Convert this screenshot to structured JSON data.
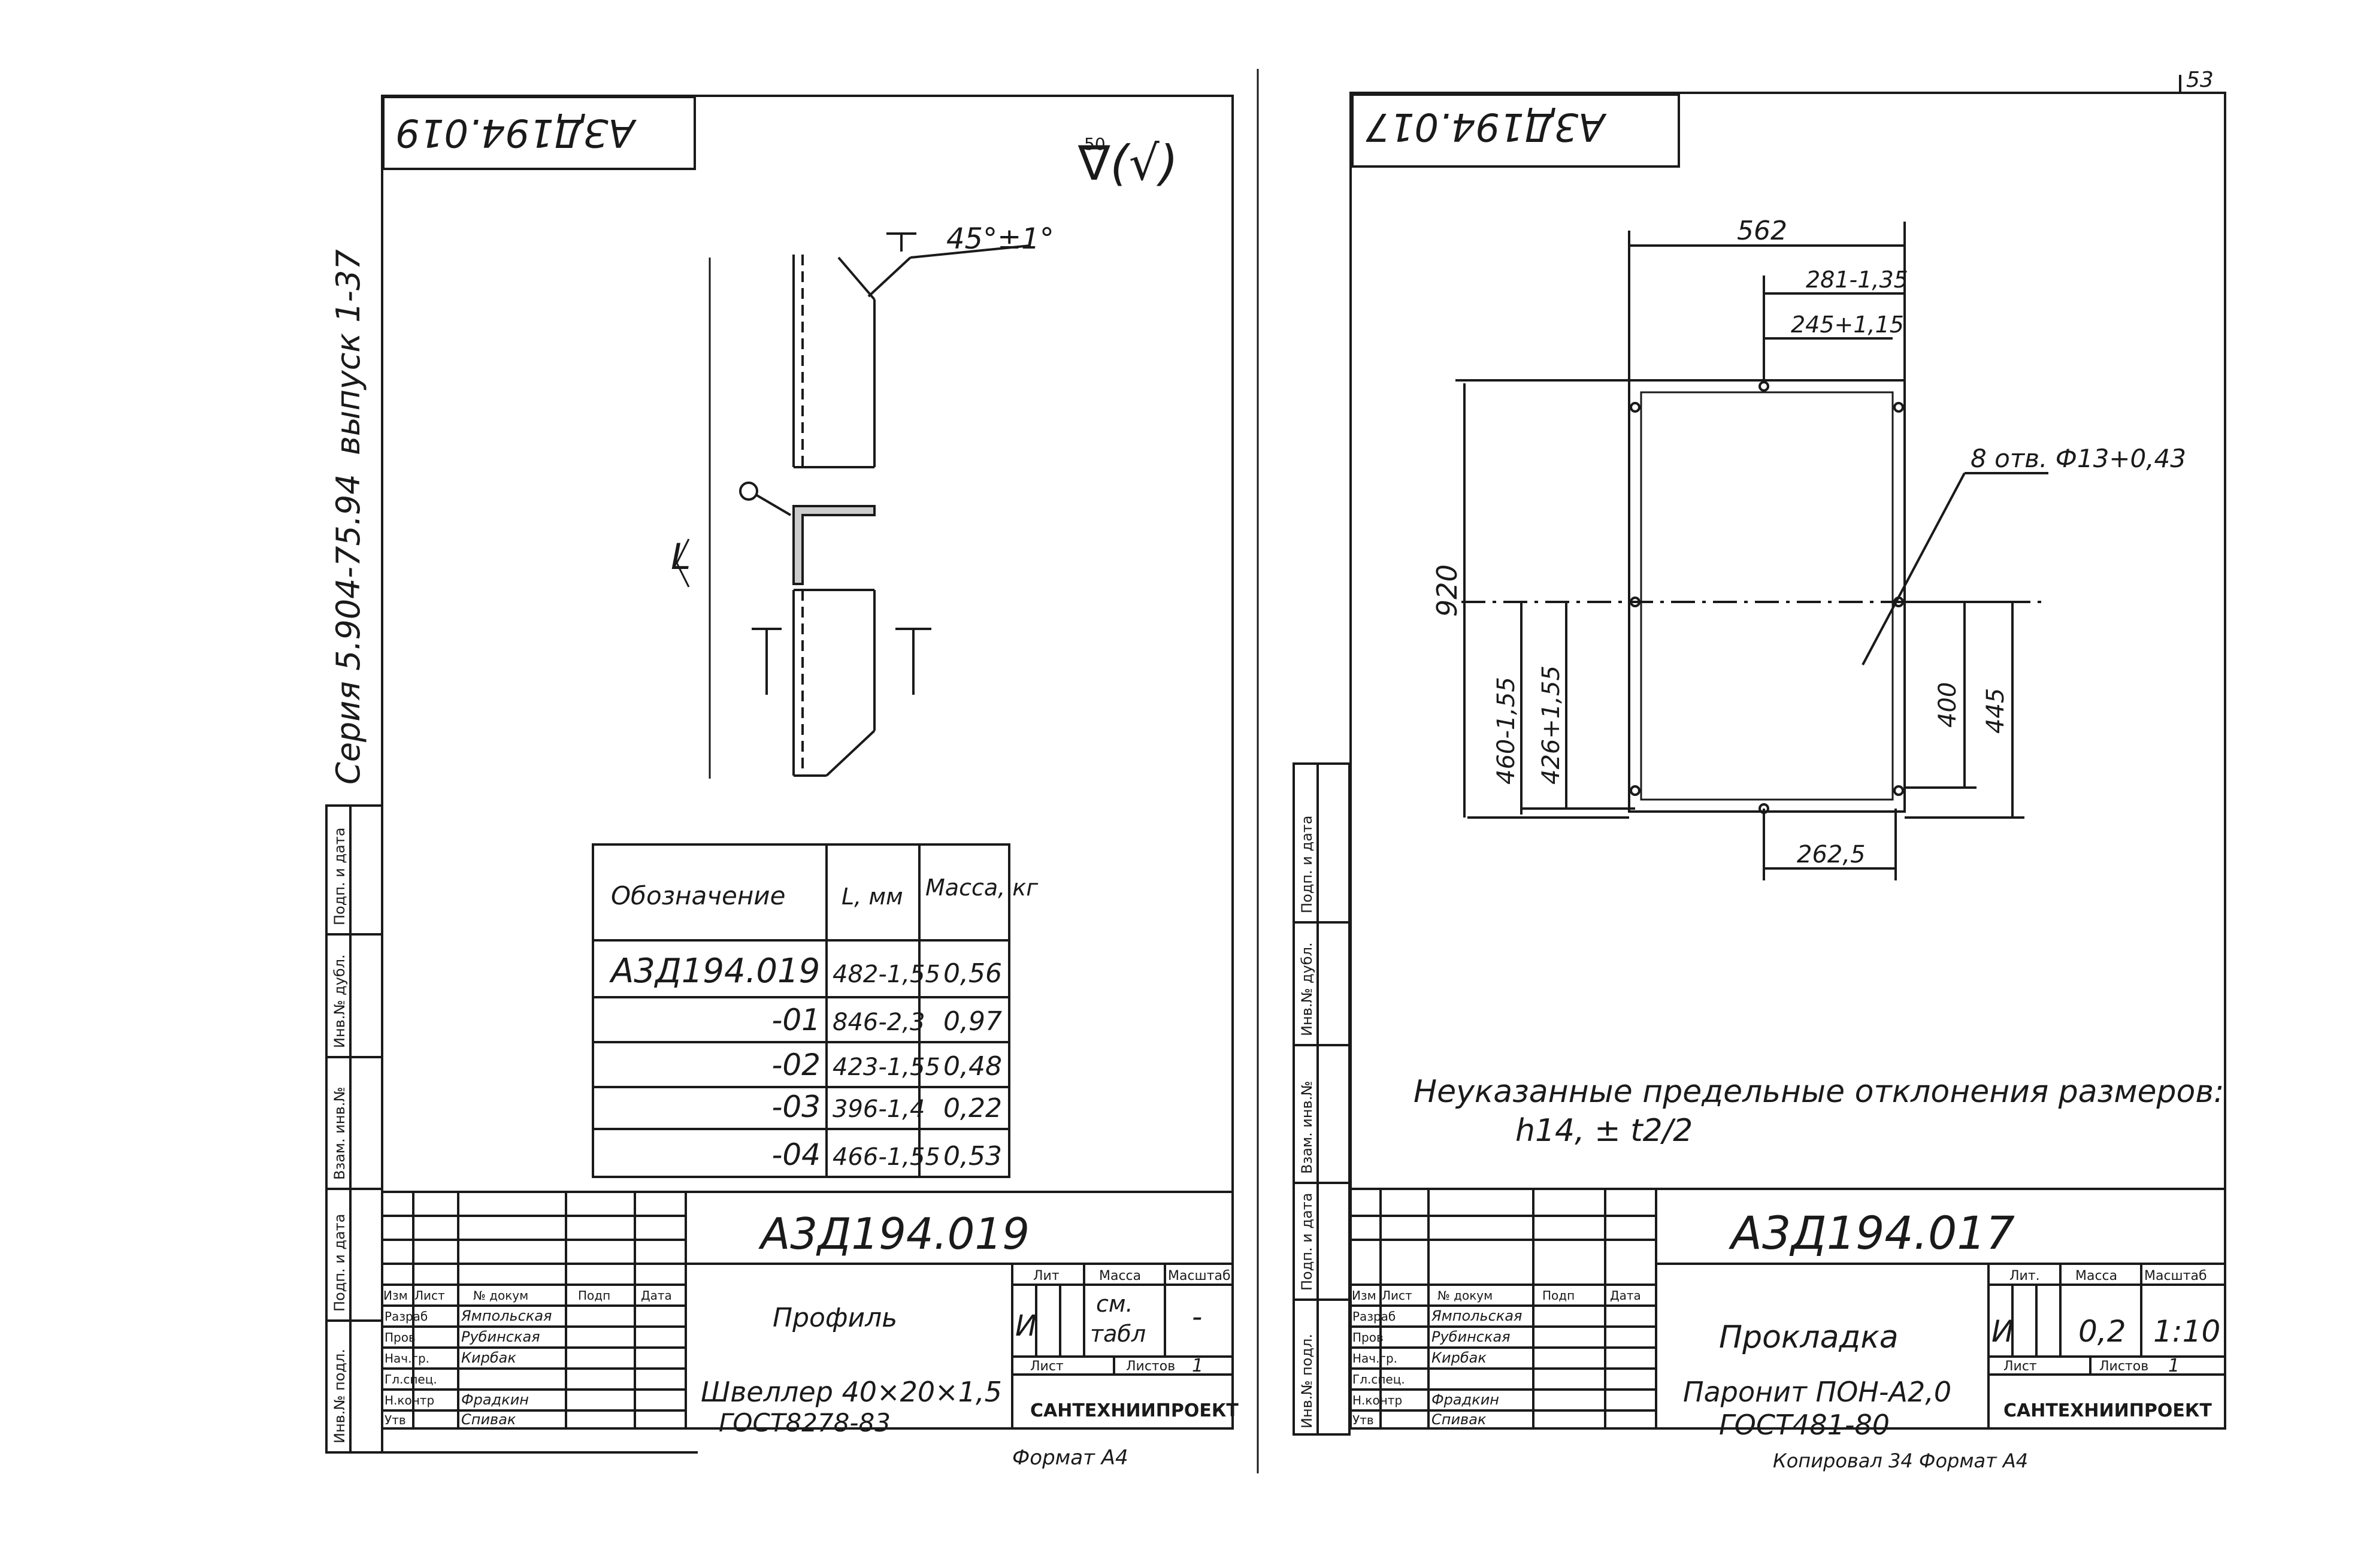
{
  "page_number": "53",
  "left_sheet": {
    "code_box": "АЗД194.019",
    "roughness": "∇(√)",
    "roughness_value": "50",
    "angle": "45°±1°",
    "length_label": "L",
    "series_vertical": "Серия 5.904-75.94",
    "issue_vertical": "выпуск 1-37",
    "side_labels": [
      "Подп. и дата",
      "Инв.№ дубл.",
      "Взам. инв.№",
      "Подп. и дата",
      "Инв.№ подл."
    ],
    "table": {
      "headers": [
        "Обозначение",
        "L, мм",
        "Масса, кг"
      ],
      "rows": [
        [
          "А3Д194.019",
          "482-1,55",
          "0,56"
        ],
        [
          "-01",
          "846-2,3",
          "0,97"
        ],
        [
          "-02",
          "423-1,55",
          "0,48"
        ],
        [
          "-03",
          "396-1,4",
          "0,22"
        ],
        [
          "-04",
          "466-1,55",
          "0,53"
        ]
      ]
    },
    "stamp": {
      "code": "А3Д194.019",
      "name": "Профиль",
      "material_line1": "Швеллер 40×20×1,5",
      "material_line2": "ГОСТ8278-83",
      "lit_label": "Лит",
      "mass_label": "Масса",
      "scale_label": "Масштаб",
      "lit_value": "И",
      "mass_value_1": "см.",
      "mass_value_2": "табл",
      "scale_value": "-",
      "sheet_label": "Лист",
      "sheets_label": "Листов",
      "sheets_value": "1",
      "org": "САНТЕХНИИПРОЕКТ",
      "rows": [
        {
          "role": "Разраб",
          "name": "Ямпольская"
        },
        {
          "role": "Пров",
          "name": "Рубинская"
        },
        {
          "role": "Нач.гр.",
          "name": "Кирбак"
        },
        {
          "role": "Гл.спец.",
          "name": ""
        },
        {
          "role": "Н.контр",
          "name": "Фрадкин"
        },
        {
          "role": "Утв",
          "name": "Спивак"
        }
      ],
      "header_cols": [
        "Изм",
        "Лист",
        "№ докум",
        "Подп",
        "Дата"
      ],
      "format": "Формат А4"
    }
  },
  "right_sheet": {
    "code_box": "А3Д194.017",
    "dims": {
      "w562": "562",
      "w281": "281-1,35",
      "w245": "245+1,15",
      "holes": "8 отв. Ф13+0,43",
      "h920": "920",
      "h460": "460-1,55",
      "h426": "426+1,55",
      "h400": "400",
      "h445": "445",
      "w262": "262,5"
    },
    "note_line1": "Неуказанные предельные отклонения размеров:",
    "note_line2": "h14, ± t2/2",
    "side_labels": [
      "Подп. и дата",
      "Инв.№ дубл.",
      "Взам. инв.№",
      "Подп. и дата",
      "Инв.№ подл."
    ],
    "stamp": {
      "code": "А3Д194.017",
      "name": "Прокладка",
      "material_line1": "Паронит ПОН-А2,0",
      "material_line2": "ГОСТ481-80",
      "lit_label": "Лит.",
      "mass_label": "Масса",
      "scale_label": "Масштаб",
      "lit_value": "И",
      "mass_value": "0,2",
      "scale_value": "1:10",
      "sheet_label": "Лист",
      "sheets_label": "Листов",
      "sheets_value": "1",
      "org": "САНТЕХНИИПРОЕКТ",
      "rows": [
        {
          "role": "Разраб",
          "name": "Ямпольская"
        },
        {
          "role": "Пров",
          "name": "Рубинская"
        },
        {
          "role": "Нач.гр.",
          "name": "Кирбак"
        },
        {
          "role": "Гл.спец.",
          "name": ""
        },
        {
          "role": "Н.контр",
          "name": "Фрадкин"
        },
        {
          "role": "Утв",
          "name": "Спивак"
        }
      ],
      "header_cols": [
        "Изм",
        "Лист",
        "№ докум",
        "Подп",
        "Дата"
      ],
      "format": "Копировал   34   Формат А4"
    }
  }
}
